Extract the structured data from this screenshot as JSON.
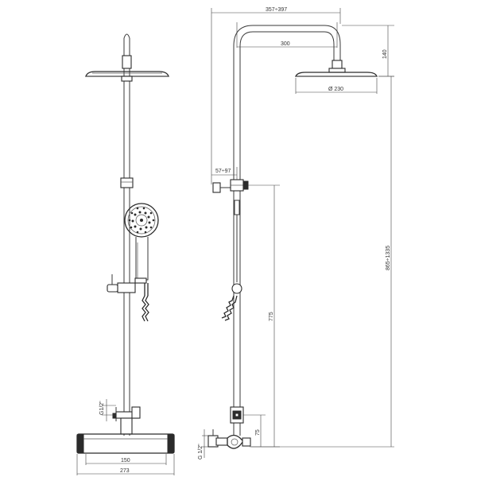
{
  "dimensions": {
    "front_total_width": "273",
    "front_inlet_spacing": "150",
    "front_inlet_thread": "G1/2\"",
    "side_arm_reach": "357÷397",
    "side_arm_length": "300",
    "side_arm_drop": "140",
    "side_head_diameter": "Ø 230",
    "side_wall_offset": "57÷97",
    "side_bracket_height": "775",
    "side_total_height": "865÷1335",
    "side_valve_height": "75",
    "side_inlet_thread": "G 1/2\""
  },
  "colors": {
    "line": "#3a3a3a",
    "background": "#ffffff"
  }
}
